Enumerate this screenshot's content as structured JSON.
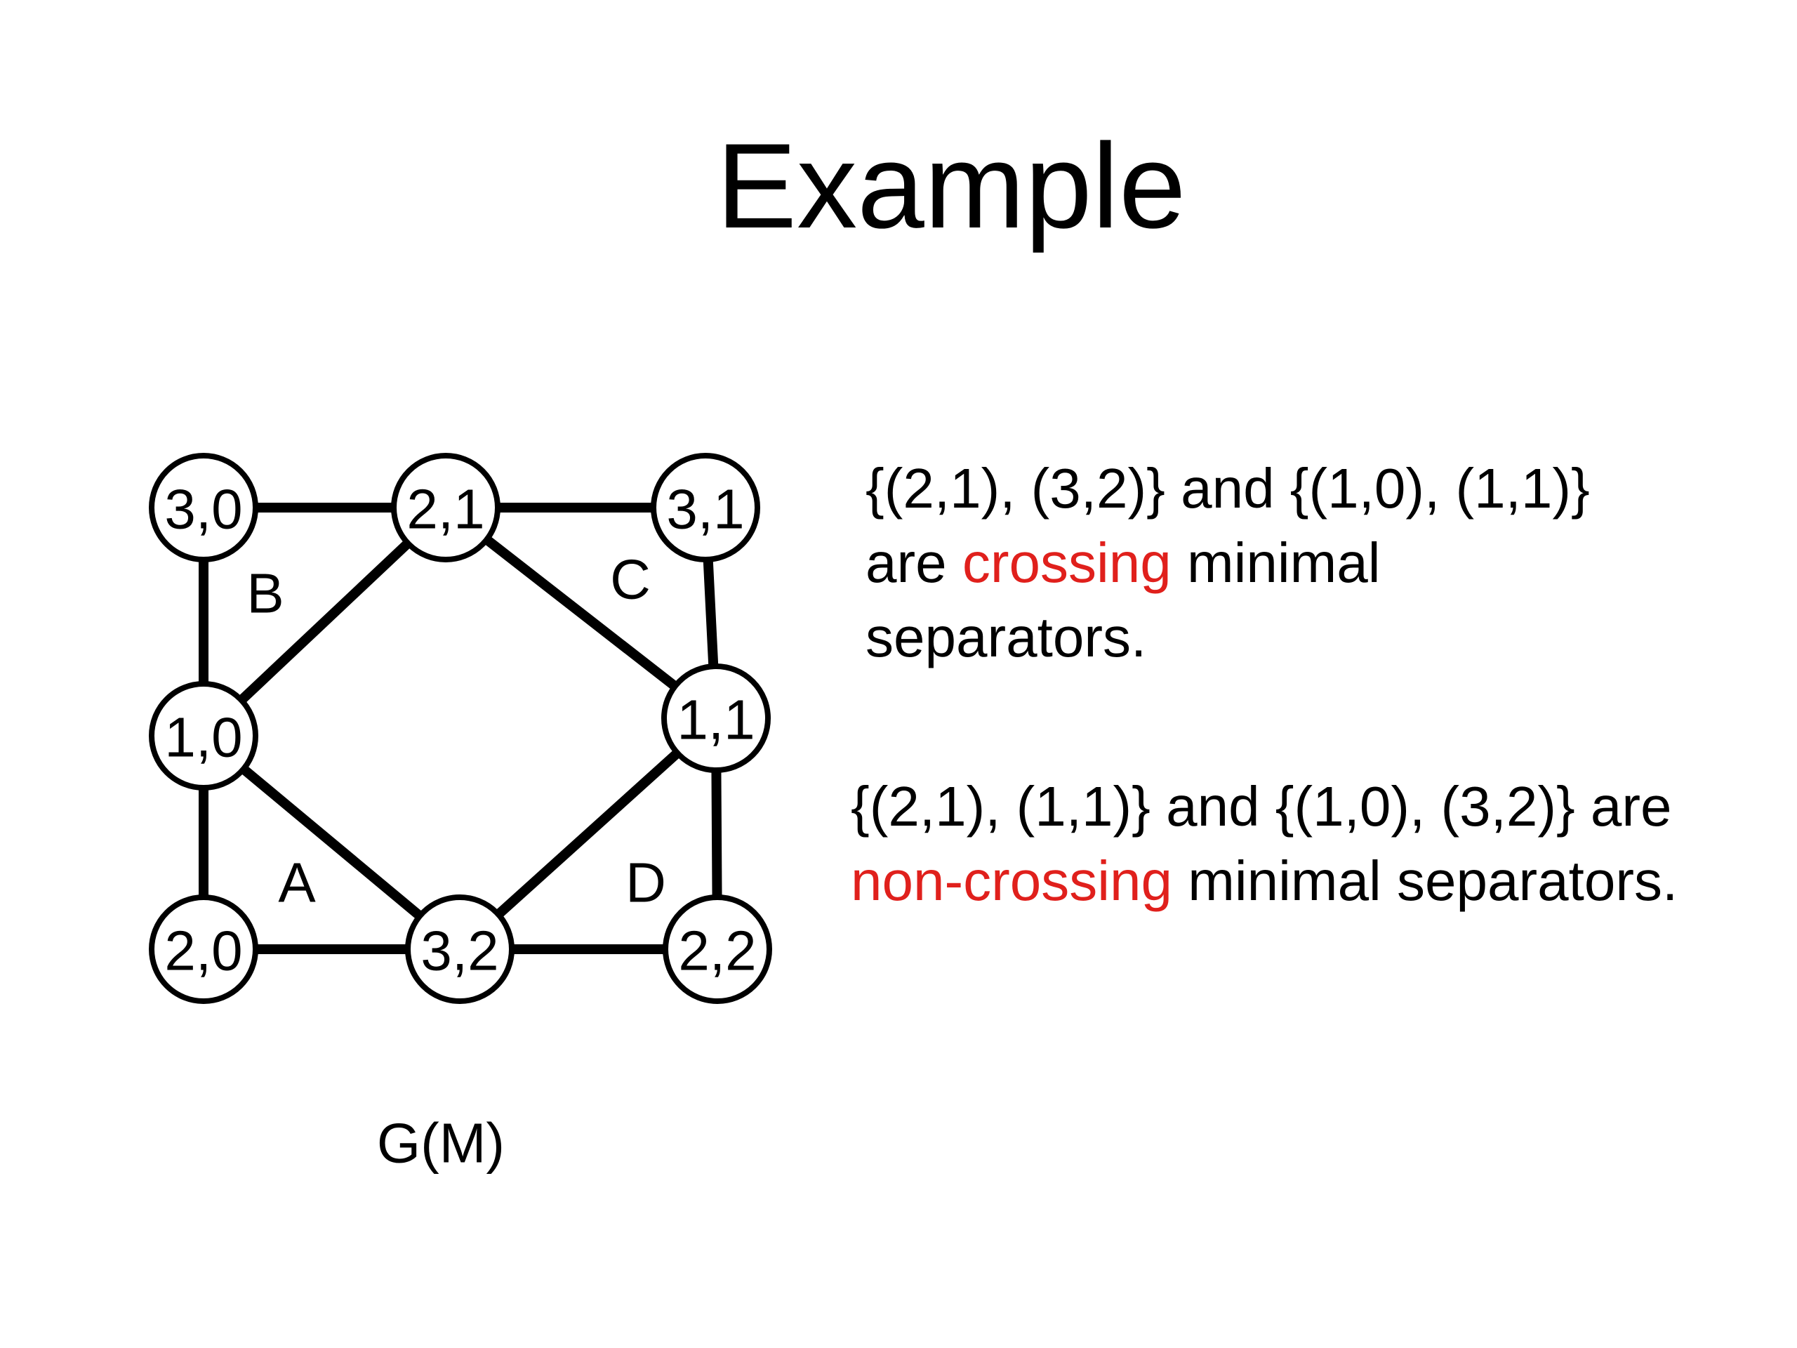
{
  "slide": {
    "title": "Example"
  },
  "graph": {
    "caption": "G(M)",
    "nodes": [
      {
        "id": "n30",
        "label": "3,0"
      },
      {
        "id": "n21",
        "label": "2,1"
      },
      {
        "id": "n31",
        "label": "3,1"
      },
      {
        "id": "n10",
        "label": "1,0"
      },
      {
        "id": "n11",
        "label": "1,1"
      },
      {
        "id": "n20",
        "label": "2,0"
      },
      {
        "id": "n32",
        "label": "3,2"
      },
      {
        "id": "n22",
        "label": "2,2"
      }
    ],
    "edges": [
      [
        "n30",
        "n21"
      ],
      [
        "n21",
        "n31"
      ],
      [
        "n30",
        "n10"
      ],
      [
        "n21",
        "n10"
      ],
      [
        "n21",
        "n11"
      ],
      [
        "n31",
        "n11"
      ],
      [
        "n10",
        "n20"
      ],
      [
        "n10",
        "n32"
      ],
      [
        "n11",
        "n32"
      ],
      [
        "n11",
        "n22"
      ],
      [
        "n20",
        "n32"
      ],
      [
        "n32",
        "n22"
      ]
    ],
    "faces": [
      "B",
      "C",
      "A",
      "D"
    ]
  },
  "statements": {
    "first": {
      "line1": "{(2,1), (3,2)} and {(1,0), (1,1)}",
      "line2_pre": "are ",
      "line2_accent": "crossing",
      "line2_post": " minimal",
      "line3": "separators."
    },
    "second": {
      "line1": "{(2,1), (1,1)} and {(1,0), (3,2)} are",
      "line2_accent": "non-crossing",
      "line2_post": " minimal separators."
    },
    "accent_color": "#e0201c"
  }
}
